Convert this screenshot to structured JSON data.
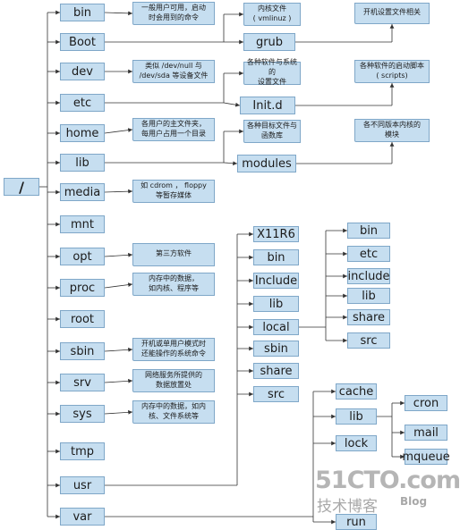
{
  "root": "/",
  "top_dirs": [
    {
      "id": "bin",
      "label": "bin",
      "note": "一般用户可用，启动\n时会用到的命令"
    },
    {
      "id": "boot",
      "label": "Boot",
      "note": ""
    },
    {
      "id": "dev",
      "label": "dev",
      "note": "类似 /dev/null 与\n/dev/sda 等设备文件"
    },
    {
      "id": "etc",
      "label": "etc",
      "note": ""
    },
    {
      "id": "home",
      "label": "home",
      "note": "各用户的主文件夹，\n每用户占用一个目录"
    },
    {
      "id": "lib",
      "label": "lib",
      "note": ""
    },
    {
      "id": "media",
      "label": "media",
      "note": "如 cdrom ， floppy\n等暂存媒体"
    },
    {
      "id": "mnt",
      "label": "mnt",
      "note": ""
    },
    {
      "id": "opt",
      "label": "opt",
      "note": "第三方软件"
    },
    {
      "id": "proc",
      "label": "proc",
      "note": "内存中的数据，\n如内核、程序等"
    },
    {
      "id": "root",
      "label": "root",
      "note": ""
    },
    {
      "id": "sbin",
      "label": "sbin",
      "note": "开机或单用户模式时\n还能操作的系统命令"
    },
    {
      "id": "srv",
      "label": "srv",
      "note": "网络服务所提供的\n数据放置处"
    },
    {
      "id": "sys",
      "label": "sys",
      "note": "内存中的数据，如内\n核、文件系统等"
    },
    {
      "id": "tmp",
      "label": "tmp",
      "note": ""
    },
    {
      "id": "usr",
      "label": "usr",
      "note": ""
    },
    {
      "id": "var",
      "label": "var",
      "note": ""
    }
  ],
  "second_level": {
    "grub": "grub",
    "initd": "Init.d",
    "modules": "modules"
  },
  "second_notes": {
    "vmlinuz": "内核文件\n( vmlinuz )",
    "software_settings": "各种软件与系统的\n设置文件",
    "target_files": "各种目标文件与\n函数库"
  },
  "third_notes": {
    "boot_settings": "开机设置文件相关",
    "startup_scripts": "各种软件的启动脚本\n( scripts)",
    "kernel_modules": "各不同版本内核的\n模块"
  },
  "usr_children": [
    "X11R6",
    "bin",
    "Include",
    "lib",
    "local",
    "sbin",
    "share",
    "src"
  ],
  "local_children": [
    "bin",
    "etc",
    "include",
    "lib",
    "share",
    "src"
  ],
  "var_children": [
    "cache",
    "lib",
    "lock",
    "run"
  ],
  "var_lib_children": [
    "cron",
    "mail",
    "mqueue"
  ],
  "watermark": {
    "main": "51CTO.com",
    "sub": "技术博客",
    "blog": "Blog"
  }
}
